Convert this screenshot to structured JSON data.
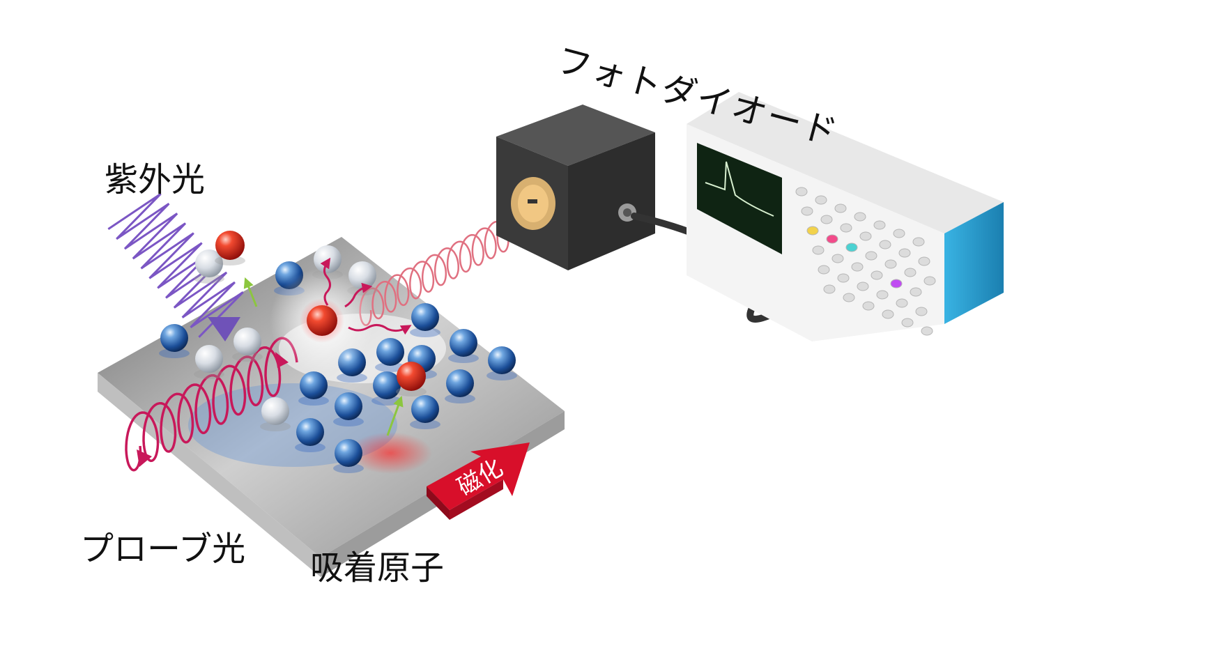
{
  "labels": {
    "photodiode": "フォトダイオード",
    "uv_light": "紫外光",
    "probe_light": "プローブ光",
    "adsorbed_atoms": "吸着原子",
    "magnetization": "磁化"
  },
  "colors": {
    "uv_wave": "#7b56c4",
    "probe_wave": "#c8185a",
    "emitted_wave": "#e07080",
    "magnetization_arrow": "#d80f2a",
    "spin_arrow": "#8cc63f",
    "atom_blue": "#1f5fb0",
    "atom_red": "#e8221c",
    "scope_body": "#f2f2f2",
    "scope_side": "#2fa6d6",
    "detector_box": "#3c3c3c"
  },
  "icons": [
    "sample-substrate",
    "blue-atom",
    "clear-atom",
    "red-atom",
    "photodiode-box",
    "oscilloscope",
    "cable"
  ]
}
